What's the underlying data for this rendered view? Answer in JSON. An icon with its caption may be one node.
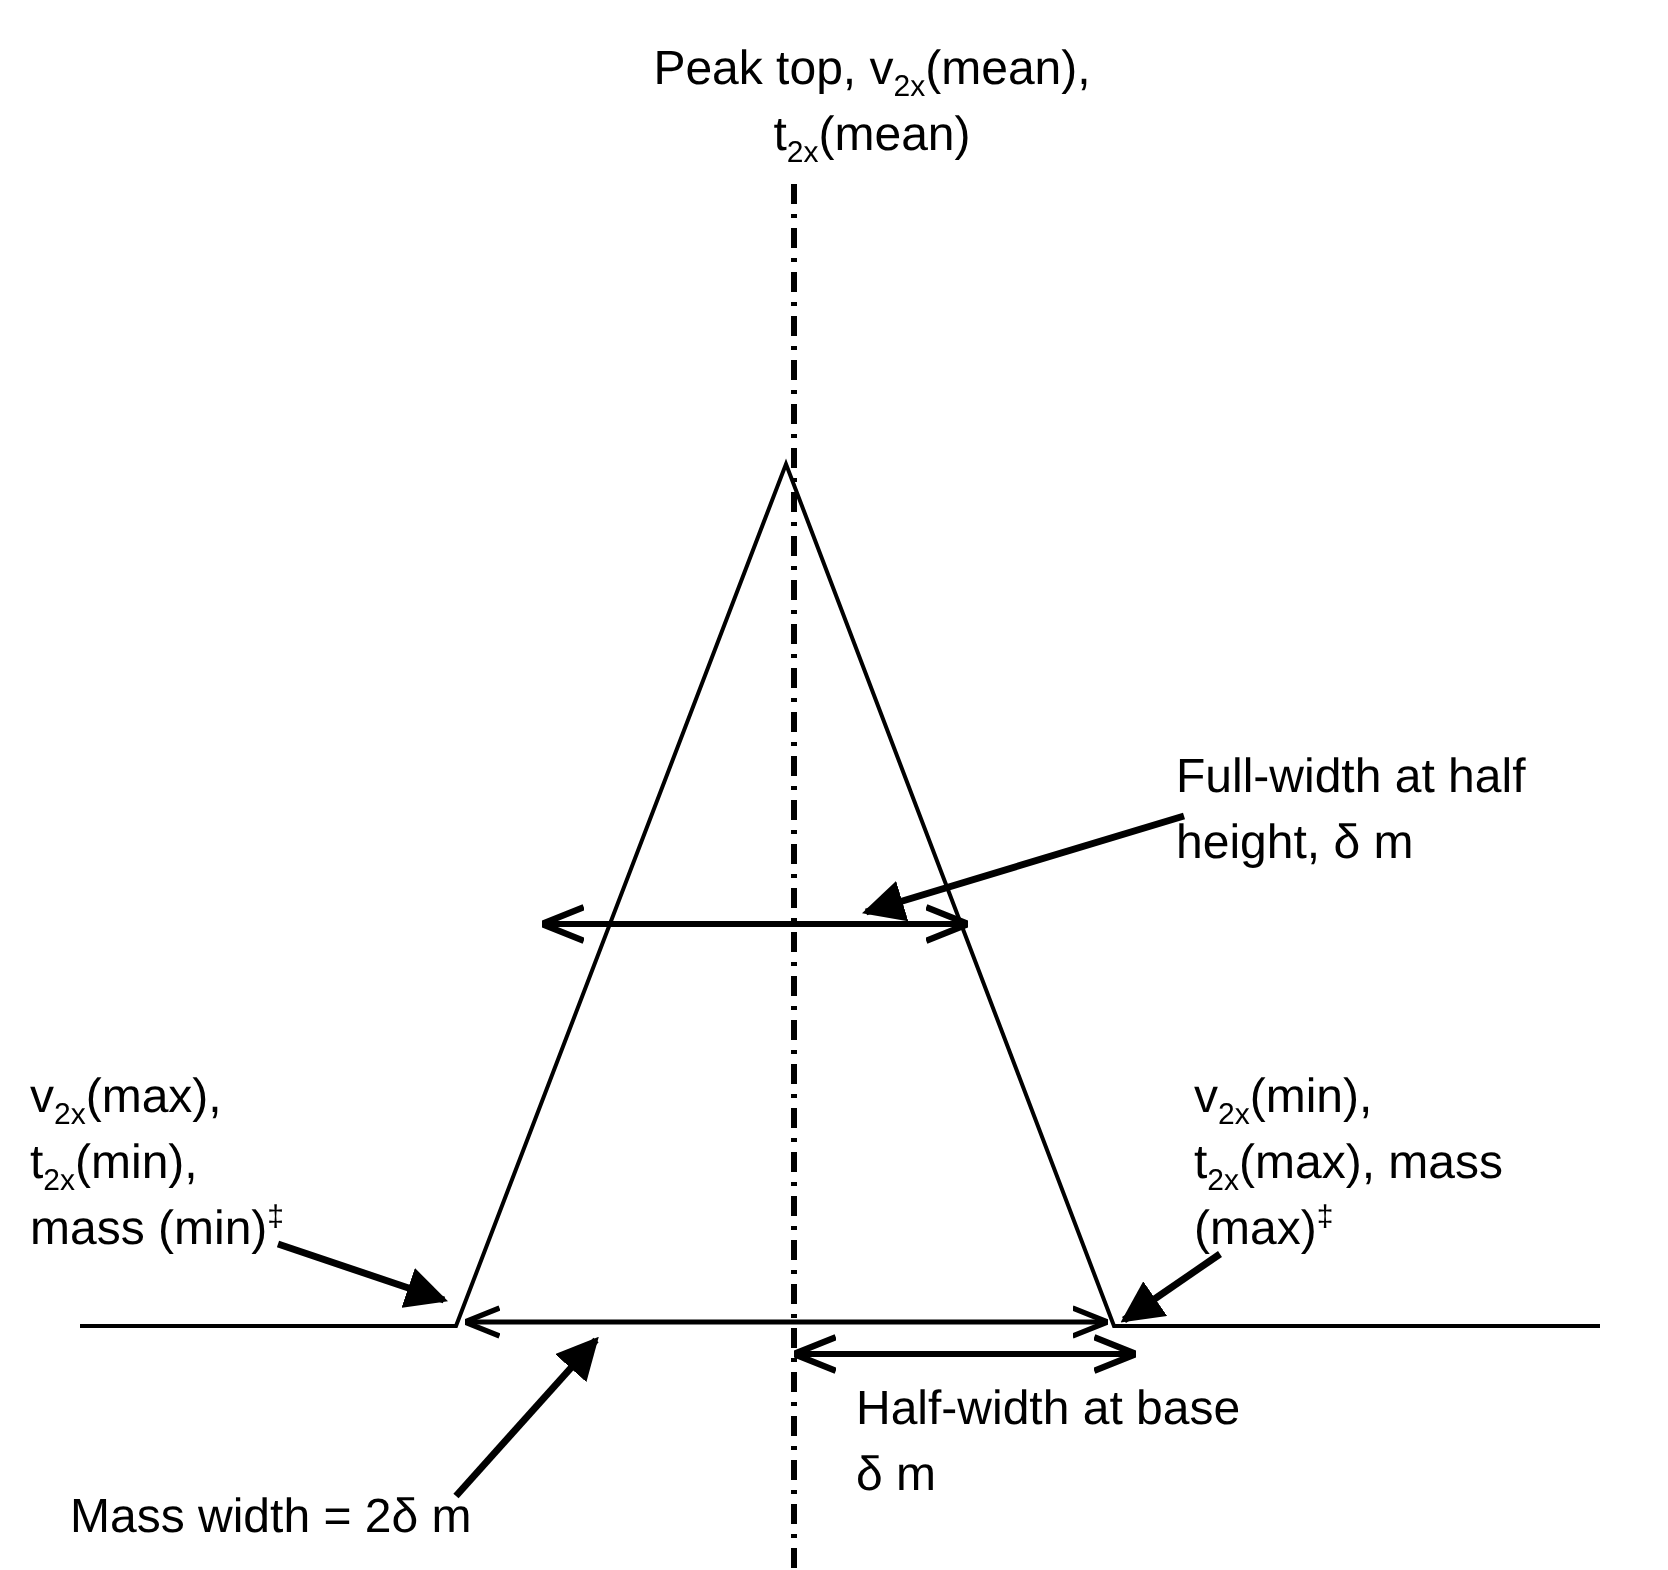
{
  "diagram": {
    "nodes": [
      {
        "text": [
          "v$_{2x}$(max), t$_{2x}$(min), mass (min)$^{‡}$"
        ]
      },
      {
        "text": [
          "v$_{2x}$(min), t$_{2x}$(max), mass (max)$^{‡}$"
        ]
      },
      {
        "text": [
          "Full-width at half height, δ m"
        ]
      },
      {
        "text": [
          "Mass width = 2δ m"
        ]
      }
    ],
    "edges": [
      {
        "from": 0,
        "to": null,
        "arrow": "to"
      },
      {
        "from": 1,
        "to": null,
        "arrow": "to"
      },
      {
        "from": 2,
        "to": null,
        "arrow": "to"
      },
      {
        "from": 3,
        "to": null,
        "arrow": "to"
      }
    ],
    "labels": [
      "Peak top, v$_{2x}$(mean), t$_{2x}$(mean)",
      "Half-width at base δ m"
    ]
  }
}
